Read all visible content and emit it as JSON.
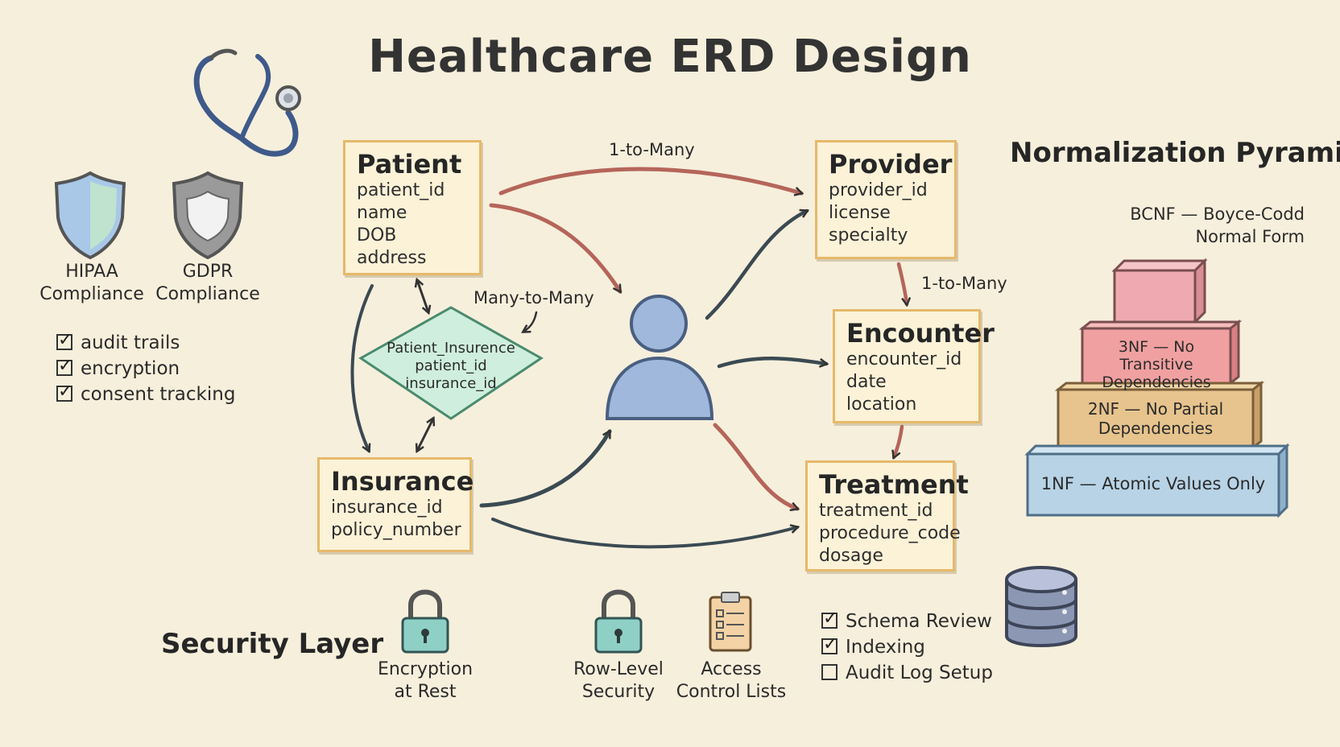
{
  "title": "Healthcare ERD Design",
  "compliance": {
    "badges": [
      {
        "line1": "HIPAA",
        "line2": "Compliance"
      },
      {
        "line1": "GDPR",
        "line2": "Compliance"
      }
    ],
    "checklist": [
      "audit trails",
      "encryption",
      "consent tracking"
    ]
  },
  "entities": {
    "patient": {
      "name": "Patient",
      "attributes": [
        "patient_id",
        "name",
        "DOB",
        "address"
      ]
    },
    "provider": {
      "name": "Provider",
      "attributes": [
        "provider_id",
        "license",
        "specialty"
      ]
    },
    "encounter": {
      "name": "Encounter",
      "attributes": [
        "encounter_id",
        "date",
        "location"
      ]
    },
    "insurance": {
      "name": "Insurance",
      "attributes": [
        "insurance_id",
        "policy_number"
      ]
    },
    "treatment": {
      "name": "Treatment",
      "attributes": [
        "treatment_id",
        "procedure_code",
        "dosage"
      ]
    }
  },
  "junction": {
    "name": "Patient_Insurence",
    "attributes": [
      "patient_id",
      "insurance_id"
    ]
  },
  "relationships": {
    "patient_provider": "1-to-Many",
    "provider_encounter": "1-to-Many",
    "many_to_many": "Many-to-Many"
  },
  "normalization": {
    "title": "Normalization Pyramid",
    "bcnf_line1": "BCNF — Boyce-Codd",
    "bcnf_line2": "Normal Form",
    "levels": [
      {
        "line1": "3NF — No Transitive",
        "line2": "Dependencies",
        "color": "#f0a0a0"
      },
      {
        "line1": "2NF — No Partial",
        "line2": "Dependencies",
        "color": "#e7c48e"
      },
      {
        "line1": "1NF — Atomic Values Only",
        "line2": "",
        "color": "#b8d3e6"
      }
    ],
    "top_color": "#eeaab0"
  },
  "security": {
    "title": "Security Layer",
    "items": [
      {
        "line1": "Encryption",
        "line2": "at Rest",
        "icon": "padlock-icon"
      },
      {
        "line1": "Row-Level",
        "line2": "Security",
        "icon": "padlock-icon"
      },
      {
        "line1": "Access",
        "line2": "Control Lists",
        "icon": "clipboard-icon"
      }
    ]
  },
  "review_checklist": [
    {
      "label": "Schema Review",
      "checked": true
    },
    {
      "label": "Indexing",
      "checked": true
    },
    {
      "label": "Audit Log Setup",
      "checked": false
    }
  ],
  "colors": {
    "background": "#f6efdc",
    "entity_fill": "#fbf2d8",
    "entity_border": "#e6b96a",
    "arrow_red": "#b5655a",
    "arrow_dark": "#3b4a52",
    "person_blue": "#9fb8dc",
    "lock_teal": "#8fd0c6",
    "junction_green": "#cfeedd"
  }
}
